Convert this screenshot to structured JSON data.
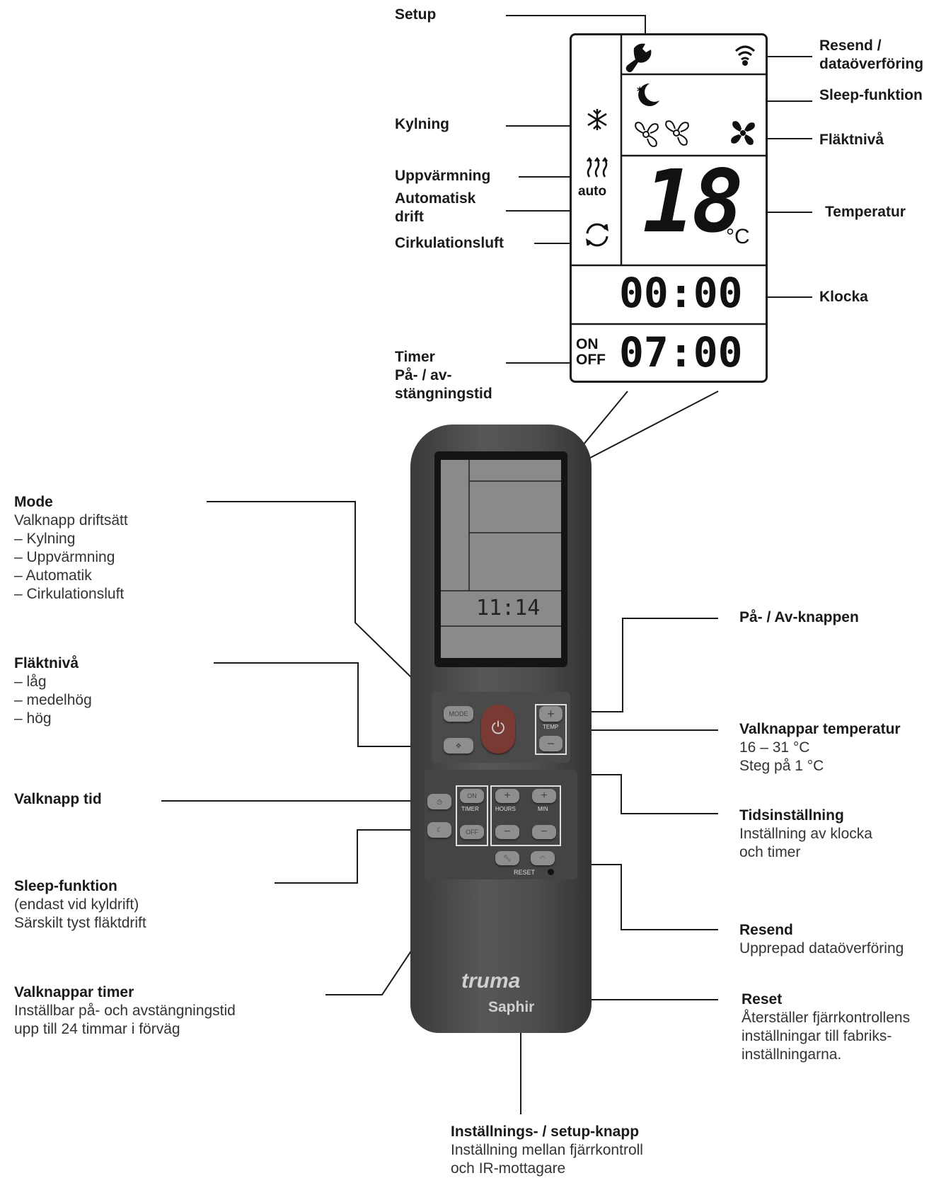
{
  "lcd": {
    "labels": {
      "setup": "Setup",
      "resend": [
        "Resend /",
        "dataöverföring"
      ],
      "sleep": "Sleep-funktion",
      "kylning": "Kylning",
      "flaktniva": "Fläktnivå",
      "uppvarmning": "Uppvärmning",
      "automatisk": [
        "Automatisk",
        "drift"
      ],
      "temperatur": "Temperatur",
      "cirkulation": "Cirkulationsluft",
      "klocka": "Klocka",
      "timer": [
        "Timer",
        "På- / av-",
        "stängningstid"
      ]
    },
    "display": {
      "auto": "auto",
      "temp": "18",
      "unit": "°C",
      "clock": "00:00",
      "timer": "07:00",
      "on": "ON",
      "off": "OFF"
    }
  },
  "remote": {
    "screen_clock": "11:14",
    "buttons": {
      "mode": "MODE",
      "temp": "TEMP",
      "timer": "TIMER",
      "on": "ON",
      "off": "OFF",
      "hours": "HOURS",
      "min": "MIN",
      "reset": "RESET",
      "plus": "+",
      "minus": "−"
    },
    "brand": "truma",
    "model": "Saphir"
  },
  "callouts": {
    "mode": {
      "title": "Mode",
      "lines": [
        "Valknapp driftsätt",
        "– Kylning",
        "– Uppvärmning",
        "– Automatik",
        "– Cirkulationsluft"
      ]
    },
    "flakt": {
      "title": "Fläktnivå",
      "lines": [
        "– låg",
        "– medelhög",
        "– hög"
      ]
    },
    "valknapp_tid": {
      "title": "Valknapp tid",
      "lines": []
    },
    "sleep": {
      "title": "Sleep-funktion",
      "lines": [
        "(endast vid kyldrift)",
        "Särskilt tyst fläktdrift"
      ]
    },
    "timers": {
      "title": "Valknappar timer",
      "lines": [
        "Inställbar på- och avstängningstid",
        "upp till 24 timmar i förväg"
      ]
    },
    "power": {
      "title": "På- / Av-knappen",
      "lines": []
    },
    "temp": {
      "title": "Valknappar temperatur",
      "lines": [
        "16 – 31 °C",
        "Steg på 1 °C"
      ]
    },
    "tid": {
      "title": "Tidsinställning",
      "lines": [
        "Inställning av klocka",
        "och timer"
      ]
    },
    "resend": {
      "title": "Resend",
      "lines": [
        "Upprepad dataöverföring"
      ]
    },
    "reset": {
      "title": "Reset",
      "lines": [
        "Återställer fjärrkontrollens",
        "inställningar till fabriks-",
        "inställningarna."
      ]
    },
    "setup": {
      "title": "Inställnings- / setup-knapp",
      "lines": [
        "Inställning mellan fjärrkontroll",
        "och IR-mottagare"
      ]
    }
  }
}
